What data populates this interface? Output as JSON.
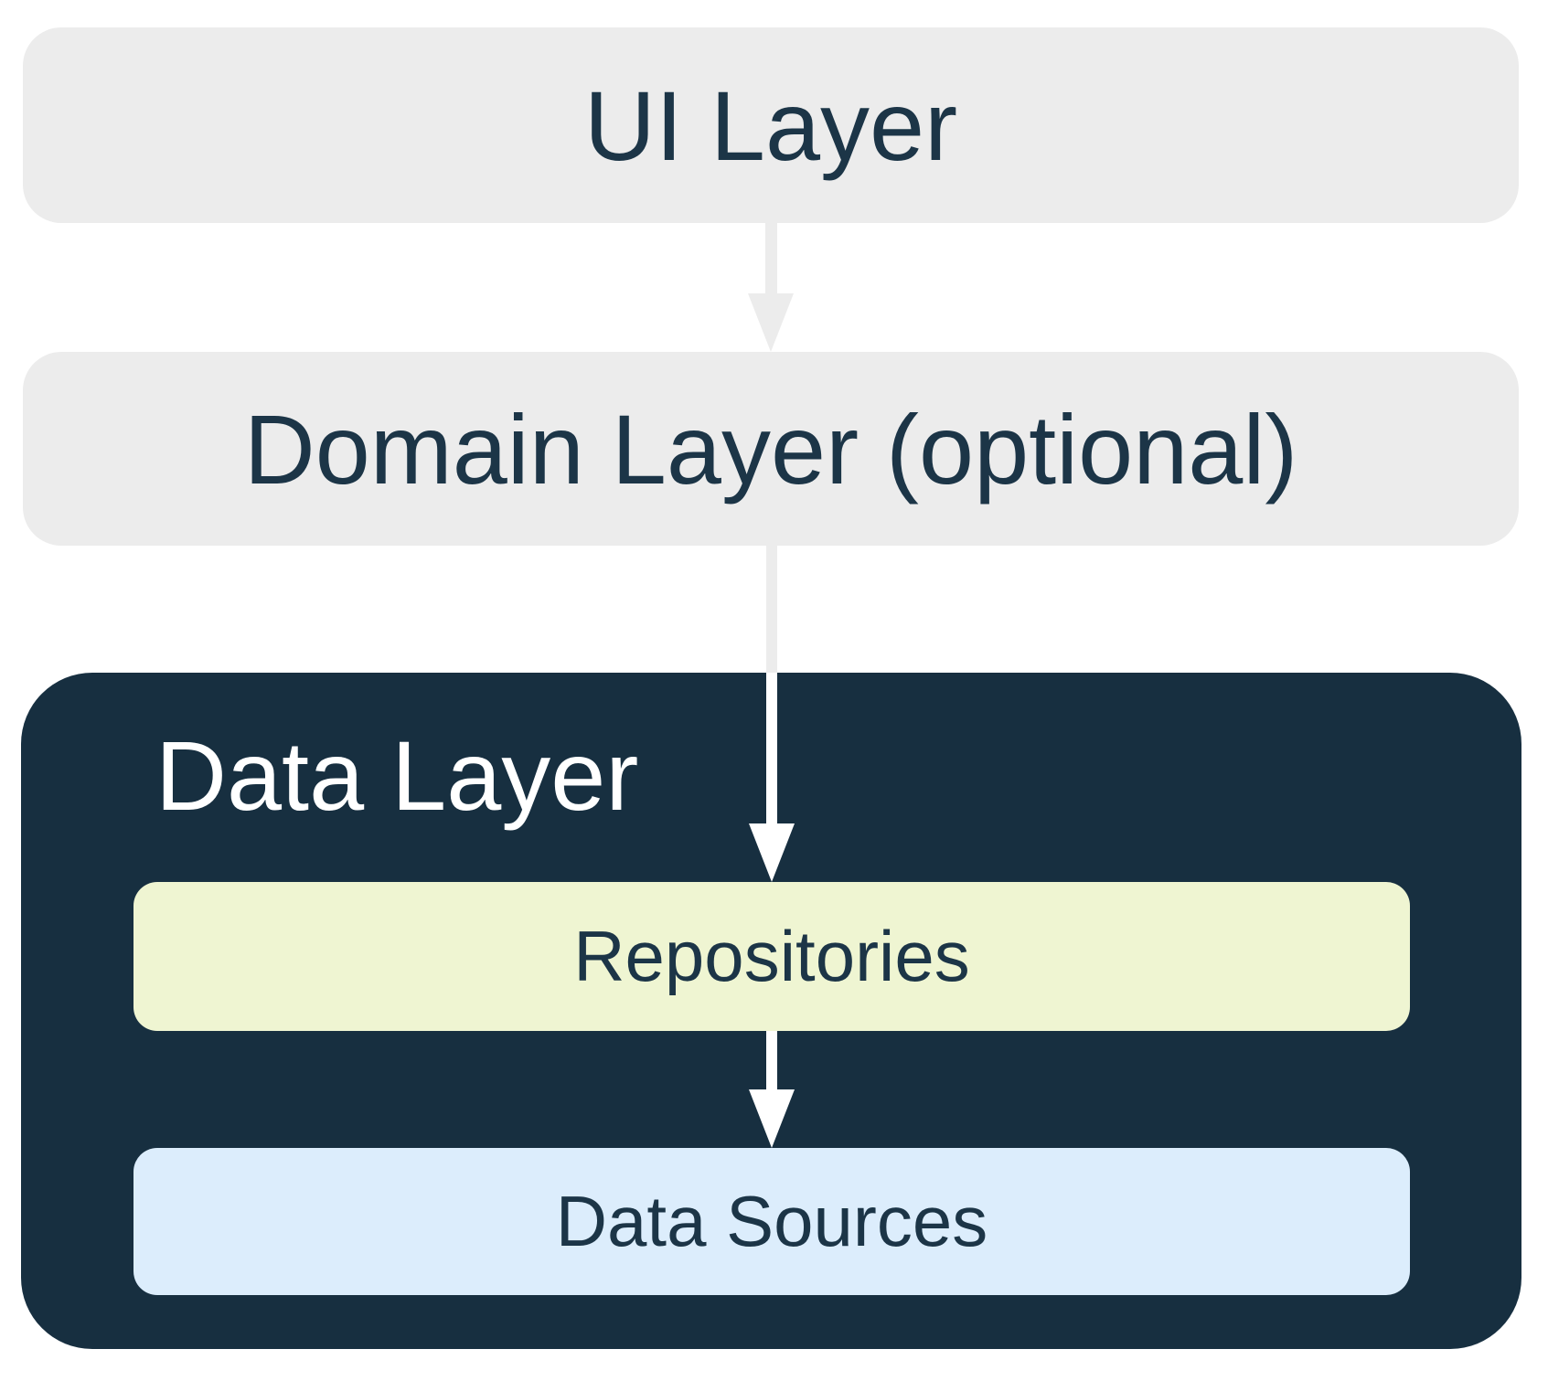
{
  "colors": {
    "background": "#ffffff",
    "layer_box_gray": "#ececec",
    "dark_navy": "#172f40",
    "text_navy": "#1c3547",
    "repositories_green": "#eff5d2",
    "data_sources_blue": "#dcedfc",
    "arrow_gray": "#ececec",
    "arrow_white": "#ffffff"
  },
  "layers": {
    "ui": {
      "label": "UI Layer"
    },
    "domain": {
      "label": "Domain Layer (optional)"
    },
    "data": {
      "label": "Data Layer",
      "repositories": {
        "label": "Repositories"
      },
      "data_sources": {
        "label": "Data Sources"
      }
    }
  }
}
